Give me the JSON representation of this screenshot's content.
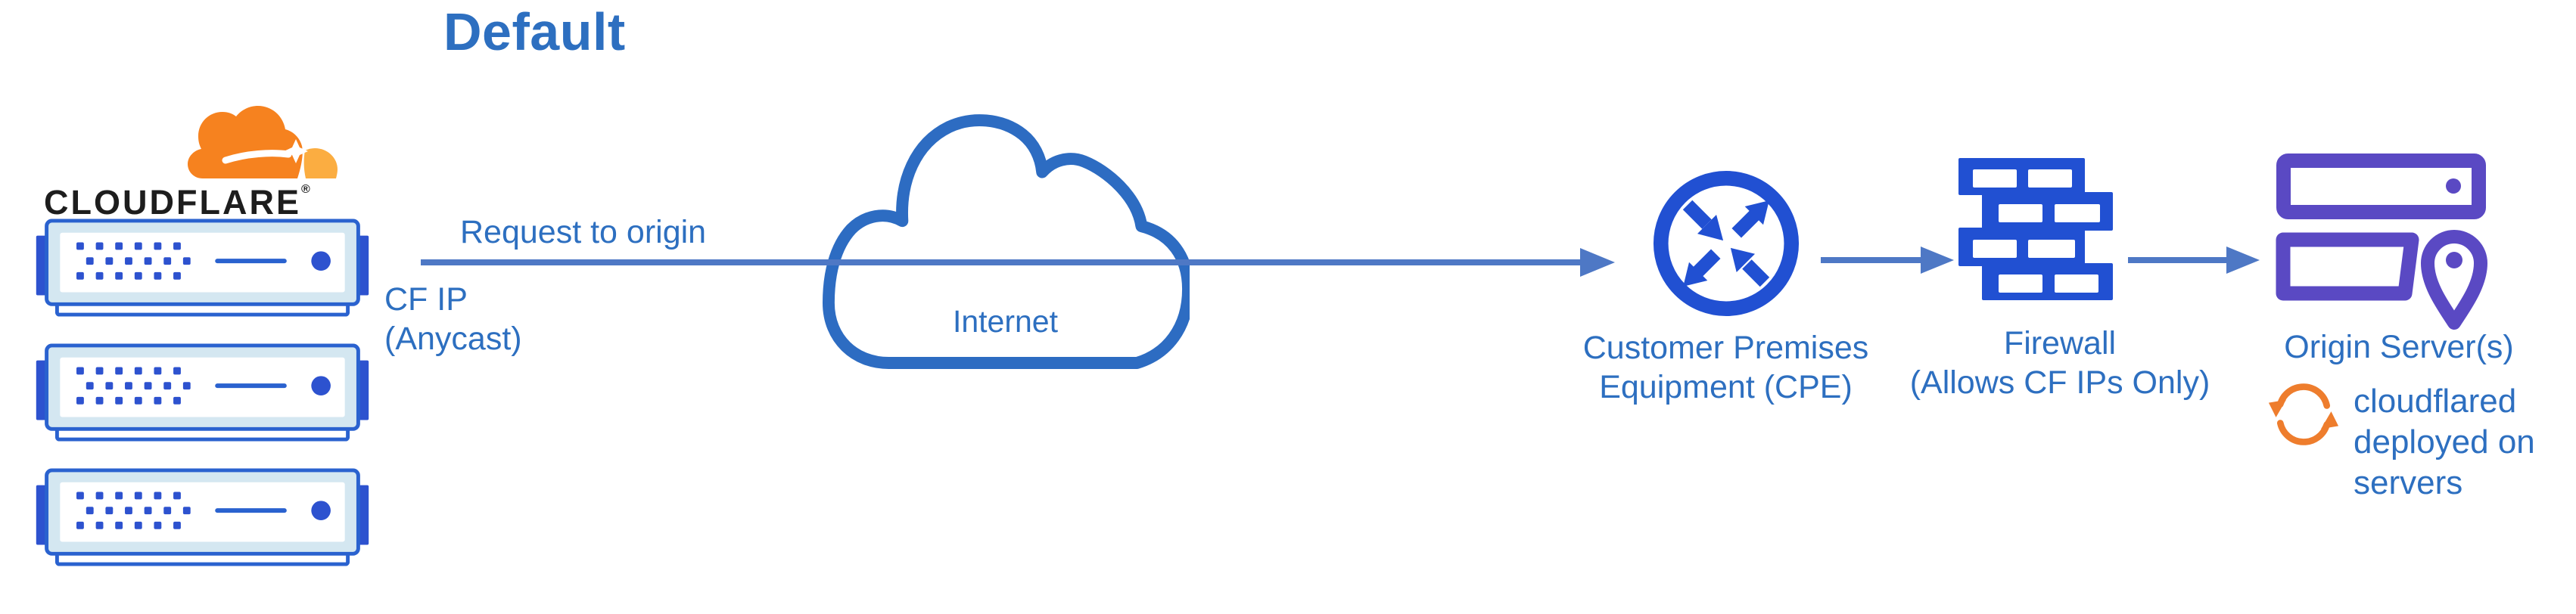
{
  "title": "Default",
  "brand": {
    "wordmark": "CLOUDFLARE",
    "registered": "®"
  },
  "flow": {
    "request_label": "Request to origin",
    "cf_ip_line1": "CF IP",
    "cf_ip_line2": "(Anycast)"
  },
  "internet": {
    "label": "Internet"
  },
  "cpe": {
    "label_line1": "Customer Premises",
    "label_line2": "Equipment (CPE)"
  },
  "firewall": {
    "label_line1": "Firewall",
    "label_line2": "(Allows CF IPs Only)"
  },
  "origin": {
    "label": "Origin Server(s)",
    "note_line1": "cloudflared",
    "note_line2": "deployed on",
    "note_line3": "servers"
  },
  "colors": {
    "text_blue": "#2d6fc0",
    "arrow_blue": "#4e78c5",
    "icon_blue": "#2150d2",
    "server_border_blue": "#2a62cf",
    "server_chip_blue": "#2d52cf",
    "server_frame_fill": "#d4e7f1",
    "cloud_stroke_blue": "#2d6cc2",
    "origin_purple": "#5a49c3",
    "sync_orange": "#ee7d2d",
    "logo_orange": "#f6821f",
    "logo_orange_light": "#fbad41",
    "wordmark_black": "#1d1d1d"
  }
}
